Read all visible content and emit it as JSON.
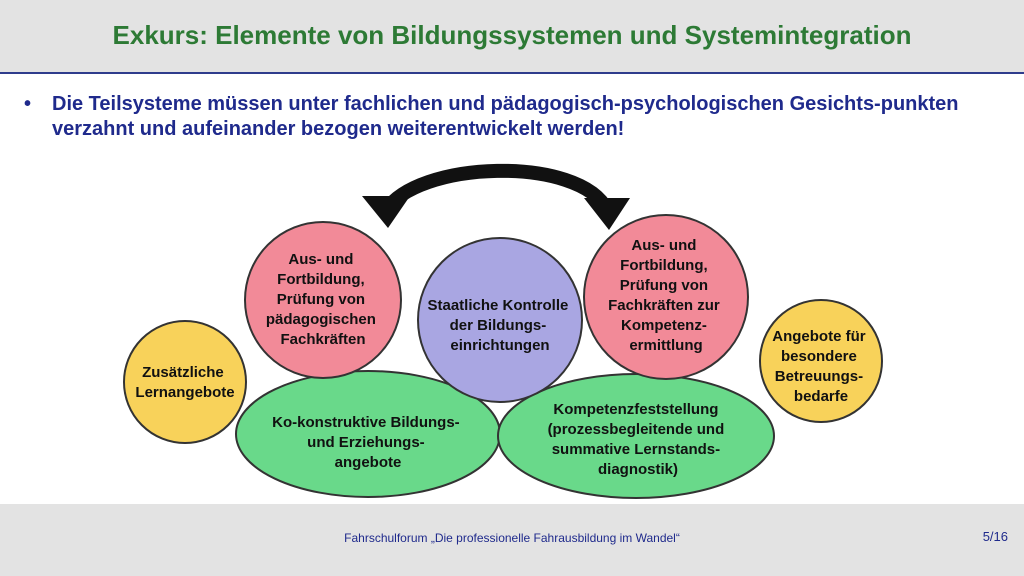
{
  "slide": {
    "title": "Exkurs: Elemente von Bildungssystemen und Systemintegration",
    "bullet": "Die Teilsysteme müssen unter fachlichen und pädagogisch-psychologischen Gesichts-punkten verzahnt und aufeinander bezogen weiterentwickelt werden!",
    "footer": "Fahrschulforum „Die professionelle Fahrausbildung im Wandel“",
    "page": "5/16"
  },
  "colors": {
    "title": "#2d7a35",
    "text": "#1f2a8c",
    "pink": "#f28a98",
    "lavender": "#a9a6e2",
    "green": "#69d98a",
    "yellow": "#f8d25a"
  },
  "nodes": {
    "left_pink": [
      "Aus- und",
      "Fortbildung,",
      "Prüfung von",
      "pädagogischen",
      "Fachkräften"
    ],
    "center": [
      "Staatliche Kontrolle",
      "der Bildungs-",
      "einrichtungen"
    ],
    "right_pink": [
      "Aus- und",
      "Fortbildung,",
      "Prüfung von",
      "Fachkräften zur",
      "Kompetenz-",
      "ermittlung"
    ],
    "left_yellow": [
      "Zusätzliche",
      "Lernangebote"
    ],
    "right_yellow": [
      "Angebote für",
      "besondere",
      "Betreuungs-",
      "bedarfe"
    ],
    "left_green": [
      "Ko-konstruktive Bildungs-",
      "und Erziehungs-",
      "angebote"
    ],
    "right_green": [
      "Kompetenzfeststellung",
      "(prozessbegleitende und",
      "summative Lernstands-",
      "diagnostik)"
    ]
  }
}
